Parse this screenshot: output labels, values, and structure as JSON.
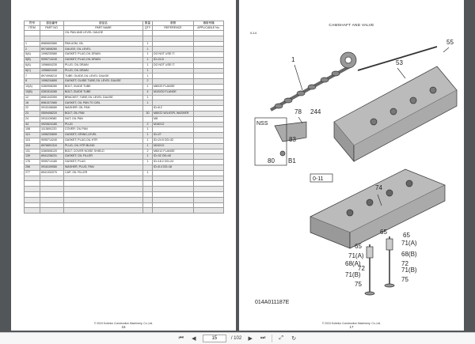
{
  "left_page": {
    "headers": [
      {
        "jp": "符号",
        "en": "ITEM"
      },
      {
        "jp": "部品番号",
        "en": "PART NO."
      },
      {
        "jp": "部品名",
        "en": "PART NAME"
      },
      {
        "jp": "数量",
        "en": "QTY"
      },
      {
        "jp": "参照",
        "en": "REFERENCE"
      },
      {
        "jp": "適用号機",
        "en": "APPLICABLE No."
      }
    ],
    "rows": [
      {
        "item": "",
        "part": "",
        "name": "OIL PAN AND LEVEL GAUGE",
        "qty": "",
        "ref": "",
        "app": ""
      },
      {
        "item": "",
        "part": "",
        "name": "",
        "qty": "",
        "ref": "",
        "app": ""
      },
      {
        "item": "1",
        "part": "8980653580",
        "name": "PAN ASM; OIL",
        "qty": "1",
        "ref": "",
        "app": ""
      },
      {
        "item": "2",
        "part": "8974808280",
        "name": "GAUGE; OIL LEVEL",
        "qty": "1",
        "ref": "",
        "app": ""
      },
      {
        "item": "5(A)",
        "part": "1096230580",
        "name": "GASKET; PLUG,OIL DRAIN",
        "qty": "1",
        "ref": "DO NOT USE IT.",
        "app": ""
      },
      {
        "item": "5(B)",
        "part": "9095714240",
        "name": "GASKET; PLUG,OIL DRAIN",
        "qty": "1",
        "ref": "ID=24.5",
        "app": ""
      },
      {
        "item": "6(A)",
        "part": "1096604230",
        "name": "PLUG; OIL DRAIN",
        "qty": "1",
        "ref": "DO NOT USE IT.",
        "app": ""
      },
      {
        "item": "6(C)",
        "part": "1096601040",
        "name": "PLUG; OIL DRAIN",
        "qty": "1",
        "ref": "",
        "app": ""
      },
      {
        "item": "7",
        "part": "8974908210",
        "name": "TUBE; GUIDE,OIL LEVEL GAUGE",
        "qty": "1",
        "ref": "",
        "app": ""
      },
      {
        "item": "8",
        "part": "1096234650",
        "name": "GASKET; GUIDE TUBE,OIL LEVEL GAUGE",
        "qty": "2",
        "ref": "",
        "app": ""
      },
      {
        "item": "10(A)",
        "part": "0280908280",
        "name": "BOLT; GUIDE TUBE",
        "qty": "1",
        "ref": "M8X20 FLANGE",
        "app": ""
      },
      {
        "item": "10(B)",
        "part": "0281510280",
        "name": "BOLT; GUIDE TUBE",
        "qty": "4",
        "ref": "M10X20 FLANGE",
        "app": ""
      },
      {
        "item": "12",
        "part": "8981343390",
        "name": "BRACKET; TUBE,OIL LEVEL GAUGE",
        "qty": "1",
        "ref": "",
        "app": ""
      },
      {
        "item": "18",
        "part": "8981572580",
        "name": "GASKET; OIL PAN TO C/BL",
        "qty": "1",
        "ref": "",
        "app": ""
      },
      {
        "item": "22",
        "part": "0915108080",
        "name": "WASHER; OIL PAN",
        "qty": "",
        "ref": "ID=8.2",
        "app": ""
      },
      {
        "item": "23",
        "part": "0509408220",
        "name": "BOLT; OIL PAN",
        "qty": "30",
        "ref": "M8X22 W/LKSPL WASHER",
        "app": ""
      },
      {
        "item": "24",
        "part": "0911109080",
        "name": "NUT; OIL PAN",
        "qty": "",
        "ref": "M8",
        "app": ""
      },
      {
        "item": "44",
        "part": "0920624180",
        "name": "PLUG",
        "qty": "2",
        "ref": "M16X12",
        "app": ""
      },
      {
        "item": "108",
        "part": "1113691220",
        "name": "COVER; OIL PAN",
        "qty": "1",
        "ref": "",
        "app": ""
      },
      {
        "item": "110",
        "part": "1096233690",
        "name": "GASKET; ORING,LEVEL",
        "qty": "1",
        "ref": "ID=27",
        "app": ""
      },
      {
        "item": "115",
        "part": "9095714240",
        "name": "GASKET; PLUG,OIL HTR",
        "qty": "1",
        "ref": "ID=24.5 OD=32",
        "app": ""
      },
      {
        "item": "118",
        "part": "8976691310",
        "name": "PLUG; OIL HTR BLIND",
        "qty": "1",
        "ref": "M24X12",
        "app": ""
      },
      {
        "item": "131",
        "part": "0280506120",
        "name": "BOLT; COVER NOISE SHIELD",
        "qty": "2",
        "ref": "M6X12 FLANGE",
        "app": ""
      },
      {
        "item": "139",
        "part": "8941236231",
        "name": "GASKET; OIL FILLER",
        "qty": "1",
        "ref": "ID=32 OD=40",
        "app": ""
      },
      {
        "item": "176",
        "part": "9095714180",
        "name": "GASKET; PLUG",
        "qty": "1",
        "ref": "ID=18.2 OD=24",
        "app": ""
      },
      {
        "item": "256",
        "part": "0916109080",
        "name": "WASHER; PLUG, PAN",
        "qty": "",
        "ref": "ID=8.4 OD=16",
        "app": ""
      },
      {
        "item": "277",
        "part": "8941332070",
        "name": "CAP; OIL FILLER",
        "qty": "1",
        "ref": "",
        "app": ""
      },
      {
        "item": "",
        "part": "",
        "name": "",
        "qty": "",
        "ref": "",
        "app": ""
      },
      {
        "item": "",
        "part": "",
        "name": "",
        "qty": "",
        "ref": "",
        "app": ""
      },
      {
        "item": "",
        "part": "",
        "name": "",
        "qty": "",
        "ref": "",
        "app": ""
      },
      {
        "item": "",
        "part": "",
        "name": "",
        "qty": "",
        "ref": "",
        "app": ""
      },
      {
        "item": "",
        "part": "",
        "name": "",
        "qty": "",
        "ref": "",
        "app": ""
      },
      {
        "item": "",
        "part": "",
        "name": "",
        "qty": "",
        "ref": "",
        "app": ""
      },
      {
        "item": "",
        "part": "",
        "name": "",
        "qty": "",
        "ref": "",
        "app": ""
      }
    ],
    "footer": "© 2024 Kobelco Construction Machinery, Co.,Ltd.",
    "page_number": "16"
  },
  "right_page": {
    "title": "CAMSHAFT AND VALVE",
    "code": "0-14",
    "drawing_number": "014A011187E",
    "callouts": {
      "c1": "1",
      "c53": "53",
      "c55": "55",
      "c78": "78",
      "c244": "244",
      "cNSS": "NSS",
      "c83": "83",
      "c80": "80",
      "cB1": "B1",
      "c74": "74",
      "c011": "0-11",
      "c65a": "65",
      "c65b": "65",
      "c65c": "65",
      "c71a": "71(A)",
      "c71b": "71(A)",
      "c71c": "71(B)",
      "c71d": "71(B)",
      "c68a": "68(A)",
      "c68b": "68(B)",
      "c72a": "72",
      "c72b": "72",
      "c75a": "75",
      "c75b": "75"
    },
    "footer": "© 2024 Kobelco Construction Machinery, Co.,Ltd.",
    "page_number": "17"
  },
  "toolbar": {
    "current_page": "15",
    "total_pages": "/ 102",
    "icons": [
      "first-page-icon",
      "prev-page-icon",
      "next-page-icon",
      "last-page-icon",
      "fit-page-icon",
      "rotate-icon"
    ]
  }
}
